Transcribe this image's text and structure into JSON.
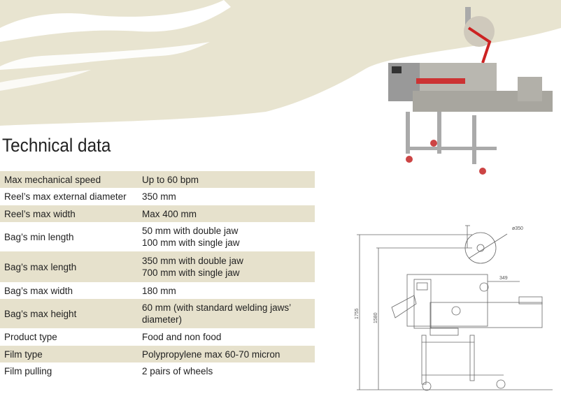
{
  "title": "Technical data",
  "specs": [
    {
      "label": "Max mechanical speed",
      "value": [
        "Up to 60 bpm"
      ]
    },
    {
      "label": "Reel’s max external diameter",
      "value": [
        "350 mm"
      ]
    },
    {
      "label": "Reel’s max width",
      "value": [
        "Max 400 mm"
      ]
    },
    {
      "label": "Bag’s min length",
      "value": [
        "50 mm with double jaw",
        "100 mm with single jaw"
      ]
    },
    {
      "label": "Bag’s max length",
      "value": [
        "350 mm with double jaw",
        "700 mm with single jaw"
      ]
    },
    {
      "label": "Bag’s max width",
      "value": [
        "180 mm"
      ]
    },
    {
      "label": "Bag’s max height",
      "value": [
        "60 mm (with standard welding jaws’",
        "diameter)"
      ]
    },
    {
      "label": "Product type",
      "value": [
        "Food and non food"
      ]
    },
    {
      "label": "Film type",
      "value": [
        "Polypropylene max 60-70 micron"
      ]
    },
    {
      "label": "Film pulling",
      "value": [
        "2 pairs of wheels"
      ]
    }
  ],
  "drawing": {
    "dim_reel": "ø350",
    "dim_depth": "349",
    "dim_height_total": "1755",
    "dim_height_table": "1580"
  },
  "colors": {
    "band": "#e6e1cc",
    "background_swoosh": "#e8e4d0"
  }
}
